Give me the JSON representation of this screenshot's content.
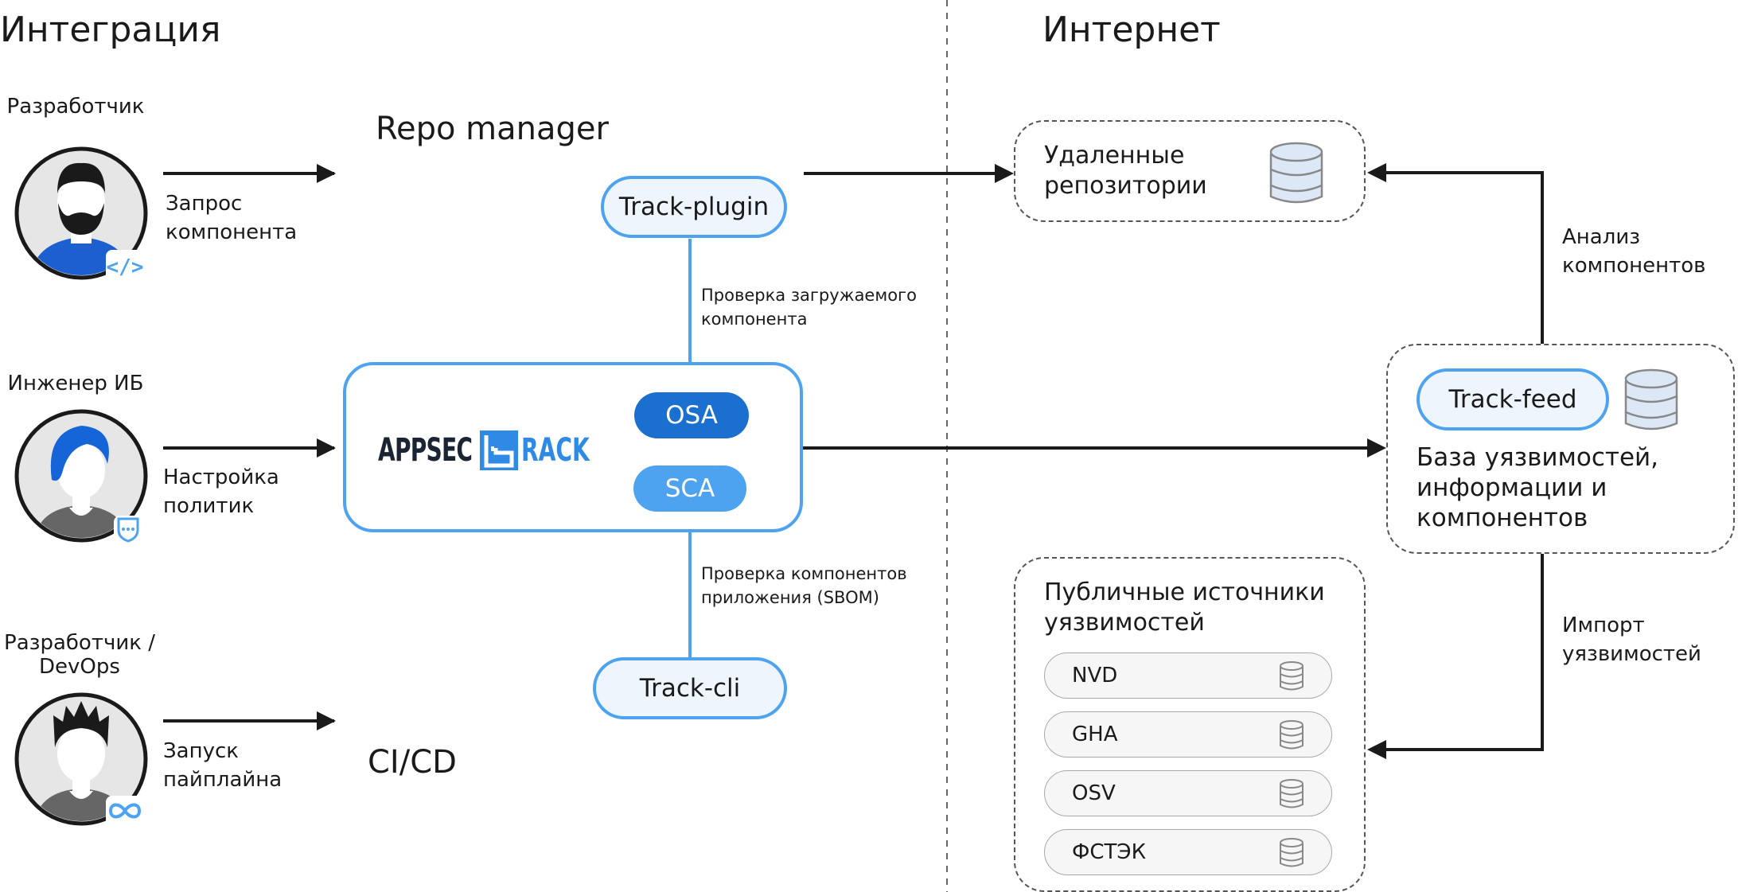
{
  "sections": {
    "integration": "Интеграция",
    "internet": "Интернет"
  },
  "actors": [
    {
      "name": "Разработчик",
      "arrow_label": "Запрос компонента",
      "badge_icon": "code-icon"
    },
    {
      "name": "Инженер ИБ",
      "arrow_label": "Настройка политик",
      "badge_icon": "shield-icon"
    },
    {
      "name": "Разработчик / DevOps",
      "arrow_label": "Запуск пайплайна",
      "badge_icon": "infinity-icon"
    }
  ],
  "areas": {
    "repo_manager": "Repo manager",
    "cicd": "CI/CD"
  },
  "tools": {
    "track_plugin": "Track-plugin",
    "track_cli": "Track-cli",
    "track_feed": "Track-feed"
  },
  "platform": {
    "logo_left": "APPSEC",
    "logo_right": "RACK",
    "modules": {
      "osa": "OSA",
      "sca": "SCA"
    }
  },
  "flows": {
    "plugin_check": "Проверка загружаемого компонента",
    "cli_check": "Проверка компонентов приложения (SBOM)",
    "component_analysis": "Анализ компонентов",
    "vuln_import": "Импорт уязвимостей"
  },
  "remote_repos": {
    "label": "Удаленные репозитории",
    "icon": "database-icon"
  },
  "vuln_db": {
    "label": "База уязвимостей, информации и компонентов",
    "icon": "database-icon"
  },
  "public_sources": {
    "title": "Публичные источники уязвимостей",
    "items": [
      "NVD",
      "GHA",
      "OSV",
      "ФСТЭК"
    ]
  },
  "colors": {
    "blue": "#4da3ef",
    "dark_blue": "#1a6fcf",
    "light_fill": "#eef5fd",
    "text": "#1a1a1a"
  }
}
